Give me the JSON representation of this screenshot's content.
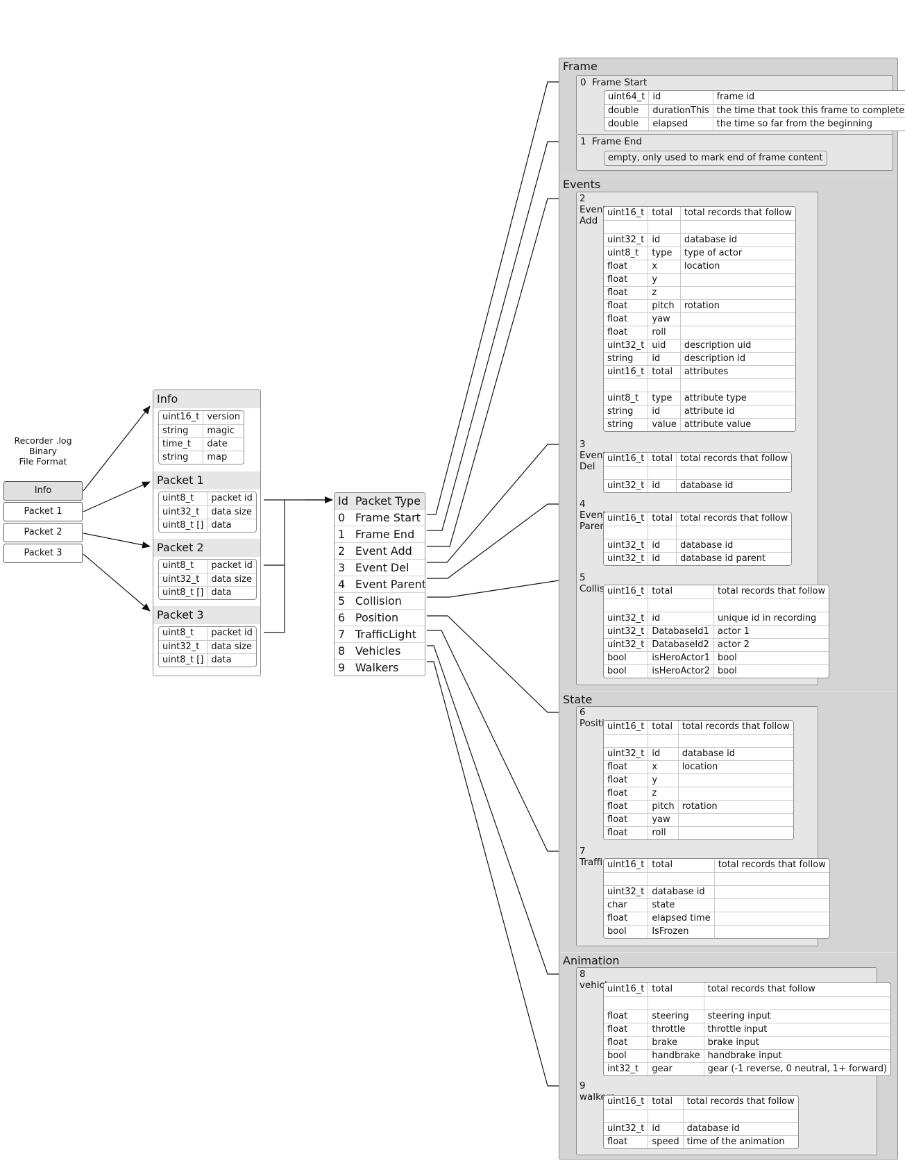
{
  "caption": [
    "Recorder .log",
    "Binary",
    "File Format"
  ],
  "file_boxes": [
    "Info",
    "Packet 1",
    "Packet 2",
    "Packet 3"
  ],
  "info_group": {
    "title": "Info",
    "rows": [
      [
        "uint16_t",
        "version"
      ],
      [
        "string",
        "magic"
      ],
      [
        "time_t",
        "date"
      ],
      [
        "string",
        "map"
      ]
    ]
  },
  "packet_groups": [
    {
      "title": "Packet 1",
      "rows": [
        [
          "uint8_t",
          "packet id"
        ],
        [
          "uint32_t",
          "data size"
        ],
        [
          "uint8_t []",
          "data"
        ]
      ]
    },
    {
      "title": "Packet 2",
      "rows": [
        [
          "uint8_t",
          "packet id"
        ],
        [
          "uint32_t",
          "data size"
        ],
        [
          "uint8_t []",
          "data"
        ]
      ]
    },
    {
      "title": "Packet 3",
      "rows": [
        [
          "uint8_t",
          "packet id"
        ],
        [
          "uint32_t",
          "data size"
        ],
        [
          "uint8_t []",
          "data"
        ]
      ]
    }
  ],
  "packet_types": {
    "header": [
      "Id",
      "Packet Type"
    ],
    "rows": [
      [
        "0",
        "Frame Start"
      ],
      [
        "1",
        "Frame End"
      ],
      [
        "2",
        "Event Add"
      ],
      [
        "3",
        "Event Del"
      ],
      [
        "4",
        "Event Parent"
      ],
      [
        "5",
        "Collision"
      ],
      [
        "6",
        "Position"
      ],
      [
        "7",
        "TrafficLight"
      ],
      [
        "8",
        "Vehicles"
      ],
      [
        "9",
        "Walkers"
      ]
    ]
  },
  "sections": [
    {
      "title": "Frame",
      "packets": [
        {
          "id": "0",
          "name": "Frame Start",
          "rows": [
            [
              "uint64_t",
              "id",
              "frame id"
            ],
            [
              "double",
              "durationThis",
              "the time that took this frame to complete"
            ],
            [
              "double",
              "elapsed",
              "the time so far from the beginning"
            ]
          ]
        },
        {
          "id": "1",
          "name": "Frame End",
          "note": "empty, only used to mark end of frame content"
        }
      ]
    },
    {
      "title": "Events",
      "packets": [
        {
          "id": "2",
          "name": "Event Add",
          "rows": [
            [
              "uint16_t",
              "total",
              "total records that follow"
            ],
            [
              "",
              "",
              ""
            ],
            [
              "uint32_t",
              "id",
              "database id"
            ],
            [
              "uint8_t",
              "type",
              "type of actor"
            ],
            [
              "float",
              "x",
              "location"
            ],
            [
              "float",
              "y",
              ""
            ],
            [
              "float",
              "z",
              ""
            ],
            [
              "float",
              "pitch",
              "rotation"
            ],
            [
              "float",
              "yaw",
              ""
            ],
            [
              "float",
              "roll",
              ""
            ],
            [
              "uint32_t",
              "uid",
              "description uid"
            ],
            [
              "string",
              "id",
              "description id"
            ],
            [
              "uint16_t",
              "total",
              "attributes"
            ],
            [
              "",
              "",
              ""
            ],
            [
              "uint8_t",
              "type",
              "attribute type"
            ],
            [
              "string",
              "id",
              "attribute id"
            ],
            [
              "string",
              "value",
              "attribute value"
            ]
          ]
        },
        {
          "id": "3",
          "name": "Event Del",
          "rows": [
            [
              "uint16_t",
              "total",
              "total records that follow"
            ],
            [
              "",
              "",
              ""
            ],
            [
              "uint32_t",
              "id",
              "database id"
            ]
          ]
        },
        {
          "id": "4",
          "name": "Event Parent",
          "rows": [
            [
              "uint16_t",
              "total",
              "total records that follow"
            ],
            [
              "",
              "",
              ""
            ],
            [
              "uint32_t",
              "id",
              "database id"
            ],
            [
              "uint32_t",
              "id",
              "database id parent"
            ]
          ]
        },
        {
          "id": "5",
          "name": "Collision",
          "rows": [
            [
              "uint16_t",
              "total",
              "total records that follow"
            ],
            [
              "",
              "",
              ""
            ],
            [
              "uint32_t",
              "id",
              "unique id in recording"
            ],
            [
              "uint32_t",
              "DatabaseId1",
              "actor 1"
            ],
            [
              "uint32_t",
              "DatabaseId2",
              "actor 2"
            ],
            [
              "bool",
              "isHeroActor1",
              "bool"
            ],
            [
              "bool",
              "isHeroActor2",
              "bool"
            ]
          ]
        }
      ]
    },
    {
      "title": "State",
      "packets": [
        {
          "id": "6",
          "name": "Position",
          "rows": [
            [
              "uint16_t",
              "total",
              "total records that follow"
            ],
            [
              "",
              "",
              ""
            ],
            [
              "uint32_t",
              "id",
              "database id"
            ],
            [
              "float",
              "x",
              "location"
            ],
            [
              "float",
              "y",
              ""
            ],
            [
              "float",
              "z",
              ""
            ],
            [
              "float",
              "pitch",
              "rotation"
            ],
            [
              "float",
              "yaw",
              ""
            ],
            [
              "float",
              "roll",
              ""
            ]
          ]
        },
        {
          "id": "7",
          "name": "TrafficLight",
          "rows": [
            [
              "uint16_t",
              "total",
              "total records that follow"
            ],
            [
              "",
              "",
              ""
            ],
            [
              "uint32_t",
              "database id",
              ""
            ],
            [
              "char",
              "state",
              ""
            ],
            [
              "float",
              "elapsed time",
              ""
            ],
            [
              "bool",
              "IsFrozen",
              ""
            ]
          ]
        }
      ]
    },
    {
      "title": "Animation",
      "packets": [
        {
          "id": "8",
          "name": "vehicles",
          "rows": [
            [
              "uint16_t",
              "total",
              "total records that follow"
            ],
            [
              "",
              "",
              ""
            ],
            [
              "float",
              "steering",
              "steering input"
            ],
            [
              "float",
              "throttle",
              "throttle input"
            ],
            [
              "float",
              "brake",
              "brake input"
            ],
            [
              "bool",
              "handbrake",
              "handbrake input"
            ],
            [
              "int32_t",
              "gear",
              "gear (-1 reverse, 0 neutral, 1+ forward)"
            ]
          ]
        },
        {
          "id": "9",
          "name": "walkers",
          "rows": [
            [
              "uint16_t",
              "total",
              "total records that follow"
            ],
            [
              "",
              "",
              ""
            ],
            [
              "uint32_t",
              "id",
              "database id"
            ],
            [
              "float",
              "speed",
              "time of the animation"
            ]
          ]
        }
      ]
    }
  ]
}
